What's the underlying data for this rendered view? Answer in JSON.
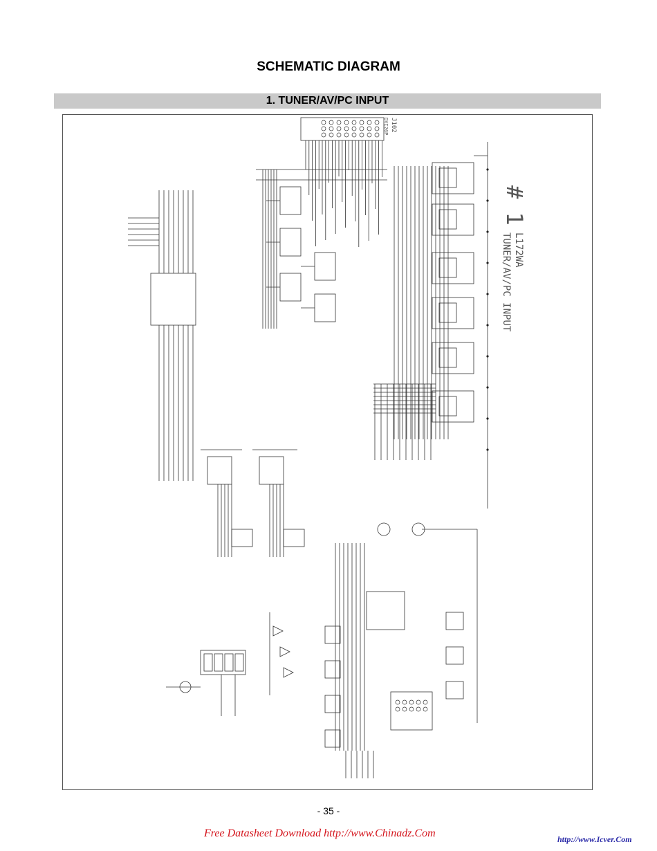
{
  "page": {
    "title": "SCHEMATIC DIAGRAM",
    "section": "1. TUNER/AV/PC INPUT",
    "page_number": "- 35 -"
  },
  "schematic": {
    "sheet_number": "# 1",
    "model": "L172WA",
    "sheet_title": "TUNER/AV/PC INPUT",
    "connector_ref": "J102",
    "connector_type": "DVI26P"
  },
  "footer": {
    "left_link": "Free Datasheet Download http://www.Chinadz.Com",
    "right_link": "http://www.Icver.Com",
    "left_color": "#d4141c",
    "right_color": "#2a2aa8"
  }
}
